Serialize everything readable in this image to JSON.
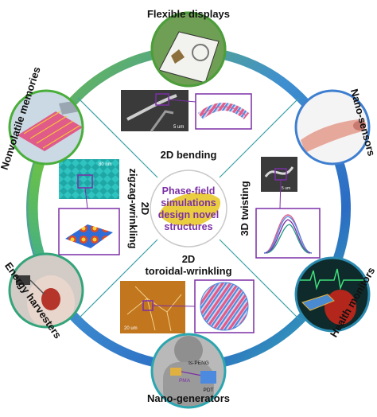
{
  "center": {
    "lines": [
      "Phase-field",
      "simulations",
      "design novel",
      "structures"
    ],
    "color": "#7b2fa5",
    "highlight": "#e8c92a"
  },
  "quadrants": {
    "top": "2D bending",
    "left_line1": "2D",
    "left_line2": "zigzag-wrinkling",
    "right": "3D twisting",
    "bottom_line1": "2D",
    "bottom_line2": "toroidal-wrinkling"
  },
  "applications": {
    "top": "Flexible displays",
    "top_right": "Nano-sensors",
    "bottom_right": "Health monitors",
    "bottom": "Nano-generators",
    "bottom_left": "Energy harvesters",
    "top_left": "Nonvolatile memories"
  },
  "scale_bars": {
    "bending": "5 um",
    "zigzag": "80 nm",
    "twisting": "5 um",
    "toroidal": "20 um"
  },
  "nanogen_labels": {
    "device": "ts-PENG",
    "pma": "PMA",
    "pdt": "PDT"
  },
  "colors": {
    "ring_green": "#5cb830",
    "ring_blue": "#2b6cc4",
    "ring_teal": "#2aa6b0",
    "frame_purple": "#7b2fa5",
    "label": "#111111"
  }
}
